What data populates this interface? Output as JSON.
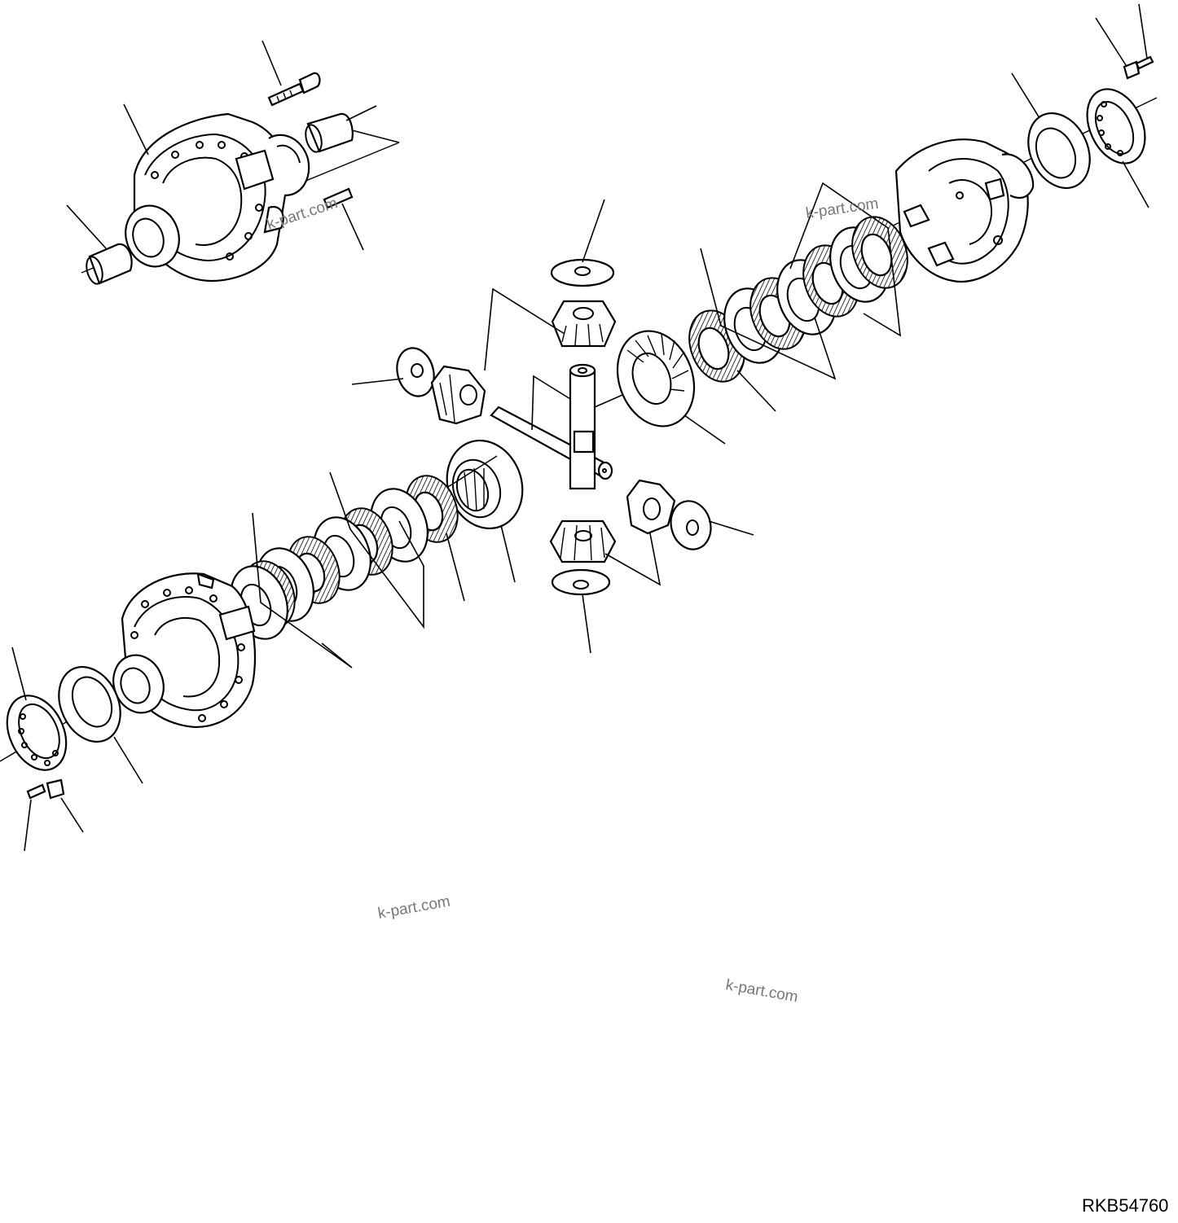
{
  "watermarks": [
    {
      "text": "k-part.com"
    },
    {
      "text": "k-part.com"
    },
    {
      "text": "k-part.com"
    },
    {
      "text": "k-part.com"
    }
  ],
  "drawing_code": "RKB54760",
  "colors": {
    "line": "#000000",
    "background": "#ffffff",
    "watermark": "#777777"
  }
}
